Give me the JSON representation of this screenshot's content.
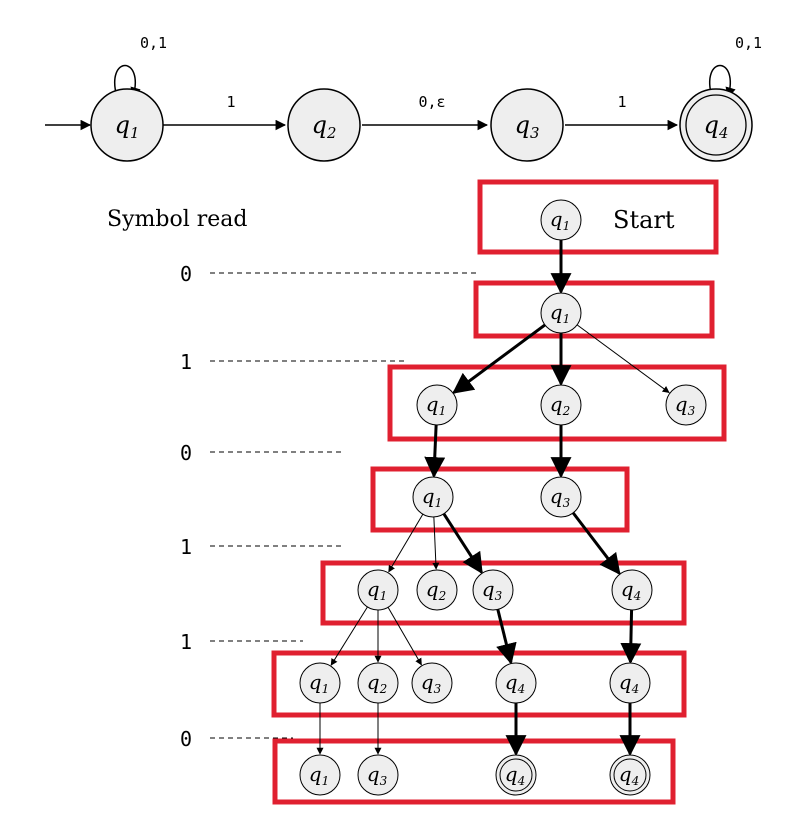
{
  "automaton": {
    "states": [
      {
        "id": "q1",
        "letter": "q",
        "sub": "1",
        "accept": false,
        "start": true
      },
      {
        "id": "q2",
        "letter": "q",
        "sub": "2",
        "accept": false,
        "start": false
      },
      {
        "id": "q3",
        "letter": "q",
        "sub": "3",
        "accept": false,
        "start": false
      },
      {
        "id": "q4",
        "letter": "q",
        "sub": "4",
        "accept": true,
        "start": false
      }
    ],
    "transitions": [
      {
        "from": "q1",
        "to": "q2",
        "label": "1"
      },
      {
        "from": "q2",
        "to": "q3",
        "label": "0,ε"
      },
      {
        "from": "q3",
        "to": "q4",
        "label": "1"
      }
    ],
    "self_loops": [
      {
        "state": "q1",
        "label": "0,1"
      },
      {
        "state": "q4",
        "label": "0,1"
      }
    ]
  },
  "computation": {
    "symbol_read_label": "Symbol read",
    "start_label": "Start",
    "input_symbols": [
      "0",
      "1",
      "0",
      "1",
      "1",
      "0"
    ],
    "levels": [
      [
        {
          "state": "q1"
        }
      ],
      [
        {
          "state": "q1"
        }
      ],
      [
        {
          "state": "q1"
        },
        {
          "state": "q2"
        },
        {
          "state": "q3"
        }
      ],
      [
        {
          "state": "q1"
        },
        {
          "state": "q3"
        }
      ],
      [
        {
          "state": "q1"
        },
        {
          "state": "q2"
        },
        {
          "state": "q3"
        },
        {
          "state": "q4"
        }
      ],
      [
        {
          "state": "q1"
        },
        {
          "state": "q2"
        },
        {
          "state": "q3"
        },
        {
          "state": "q4"
        },
        {
          "state": "q4"
        }
      ],
      [
        {
          "state": "q1"
        },
        {
          "state": "q3"
        },
        {
          "state": "q4",
          "accept": true
        },
        {
          "state": "q4",
          "accept": true
        }
      ]
    ],
    "highlight_color": "#e02030"
  }
}
